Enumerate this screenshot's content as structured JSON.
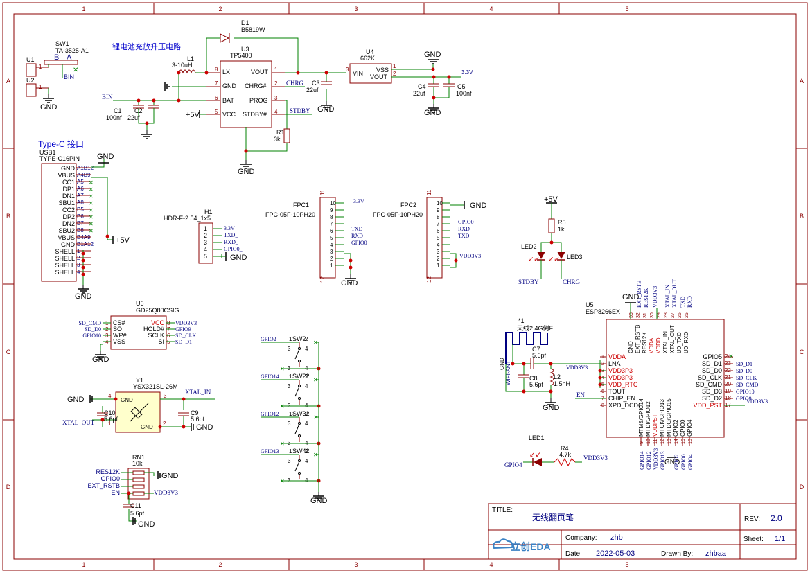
{
  "frame": {
    "columns": [
      "1",
      "2",
      "3",
      "4",
      "5"
    ],
    "rows": [
      "A",
      "B",
      "C",
      "D"
    ]
  },
  "title_block": {
    "title_label": "TITLE:",
    "title": "无线翻页笔",
    "rev_label": "REV:",
    "rev": "2.0",
    "company_label": "Company:",
    "company": "zhb",
    "sheet_label": "Sheet:",
    "sheet": "1/1",
    "date_label": "Date:",
    "date": "2022-05-03",
    "drawn_label": "Drawn By:",
    "drawn": "zhbaa",
    "logo": "立创EDA"
  },
  "sections": {
    "charge_boost": "锂电池充放升压电路",
    "typec": "Type-C 接口"
  },
  "parts": {
    "sw1": {
      "ref": "SW1",
      "value": "TA-3525-A1",
      "pins": [
        "B",
        "A"
      ],
      "net": "BIN"
    },
    "u1": {
      "ref": "U1",
      "pin": "1"
    },
    "u2": {
      "ref": "U2",
      "pin": "1"
    },
    "d1": {
      "ref": "D1",
      "value": "B5819W"
    },
    "u3": {
      "ref": "U3",
      "value": "TP5400",
      "pins_left": [
        "LX",
        "GND",
        "BAT",
        "VCC"
      ],
      "pins_left_no": [
        "8",
        "7",
        "6",
        "5"
      ],
      "pins_right": [
        "VOUT",
        "CHRG#",
        "PROG",
        "STDBY#"
      ],
      "pins_right_no": [
        "1",
        "2",
        "3",
        "4"
      ]
    },
    "l1": {
      "ref": "L1",
      "value": "3-10uH"
    },
    "c1": {
      "ref": "C1",
      "value": "100nf"
    },
    "c2": {
      "ref": "C2",
      "value": "22uf"
    },
    "c3": {
      "ref": "C3",
      "value": "22uf"
    },
    "r1": {
      "ref": "R1",
      "value": "3k"
    },
    "u4": {
      "ref": "U4",
      "value": "662K",
      "pins": [
        "VIN",
        "VSS",
        "VOUT"
      ],
      "pins_no": [
        "3",
        "1",
        "2"
      ]
    },
    "c4": {
      "ref": "C4",
      "value": "22uf"
    },
    "c5": {
      "ref": "C5",
      "value": "100nf"
    },
    "usb1": {
      "ref": "USB1",
      "value": "TYPE-C16PIN",
      "pins": [
        "GND",
        "VBUS",
        "CC1",
        "DP1",
        "DN1",
        "SBU1",
        "CC2",
        "DP2",
        "DN2",
        "SBU2",
        "VBUS",
        "GND",
        "SHELL",
        "SHELL",
        "SHELL",
        "SHELL"
      ],
      "pins_no": [
        "A1B12",
        "A4B9",
        "A5",
        "A6",
        "A7",
        "A8",
        "B5",
        "B6",
        "B7",
        "B8",
        "B4A9",
        "B1A12",
        "1",
        "2",
        "3",
        "4"
      ]
    },
    "h1": {
      "ref": "H1",
      "value": "HDR-F-2.54_1x5",
      "pins": [
        "1",
        "2",
        "3",
        "4",
        "5"
      ],
      "nets": [
        "3.3V",
        "TXD_",
        "RXD_",
        "GPIO0_",
        "GND"
      ]
    },
    "fpc1": {
      "ref": "FPC1",
      "value": "FPC-05F-10PH20",
      "nets": [
        "3.3V",
        "TXD_",
        "RXD_",
        "GPIO0_",
        "GND"
      ]
    },
    "fpc2": {
      "ref": "FPC2",
      "value": "FPC-05F-10PH20",
      "nets": [
        "GND",
        "GPIO0",
        "RXD",
        "TXD",
        "VDD3V3"
      ]
    },
    "r5": {
      "ref": "R5",
      "value": "1k",
      "net": "+5V"
    },
    "led2": {
      "ref": "LED2",
      "net": "STDBY"
    },
    "led3": {
      "ref": "LED3",
      "net": "CHRG"
    },
    "u6": {
      "ref": "U6",
      "value": "GD25Q80CSIG",
      "pins_left": [
        "CS#",
        "SO",
        "WP#",
        "VSS"
      ],
      "pins_right": [
        "VCC",
        "HOLD#",
        "SCLK",
        "SI"
      ],
      "nets_left": [
        "SD_CMD",
        "SD_D0",
        "GPIO10",
        ""
      ],
      "nets_right": [
        "VDD3V3",
        "GPIO9",
        "SD_CLK",
        "SD_D1"
      ]
    },
    "y1": {
      "ref": "Y1",
      "value": "YSX321SL-26M",
      "nets": [
        "XTAL_IN",
        "XTAL_OUT"
      ]
    },
    "c9": {
      "ref": "C9",
      "value": "5.6pf"
    },
    "c10": {
      "ref": "C10",
      "value": "5.6pf"
    },
    "rn1": {
      "ref": "RN1",
      "value": "10k",
      "nets": [
        "RES12K",
        "GPIO0",
        "EXT_RSTB",
        "EN"
      ],
      "vcc": "VDD3V3"
    },
    "c11": {
      "ref": "C11",
      "value": "5.6pf"
    },
    "sw": [
      {
        "ref": "SW2",
        "net": "GPIO2"
      },
      {
        "ref": "SW22",
        "net": "GPIO14"
      },
      {
        "ref": "SW32",
        "net": "GPIO12"
      },
      {
        "ref": "SW42",
        "net": "GPIO13"
      }
    ],
    "ant": {
      "ref": "*1",
      "value": "天线2.4G倒F",
      "label": "WIFI-ANT"
    },
    "c7": {
      "ref": "C7",
      "value": "5.6pf"
    },
    "c8": {
      "ref": "C8",
      "value": "5.6pf"
    },
    "l2": {
      "ref": "L2",
      "value": "1.5nH"
    },
    "u5": {
      "ref": "U5",
      "value": "ESP8266EX",
      "pins_left": [
        "VDDA",
        "LNA",
        "VDD3P3",
        "VDD3P3",
        "VDD_RTC",
        "TOUT",
        "CHIP_EN",
        "XPD_DCDC"
      ],
      "pins_right": [
        "GPIO5",
        "SD_D1",
        "SD_D0",
        "SD_CLK",
        "SD_CMD",
        "SD_D3",
        "SD_D2",
        "VDD_PST"
      ],
      "nets_right": [
        "SD_D1",
        "SD_D0",
        "SD_CLK",
        "SD_CMD",
        "GPIO10",
        "GPIO9",
        "VDD3V3"
      ],
      "top_pins": [
        "GND",
        "EXT_RSTB",
        "RES12K",
        "VDDA",
        "VDDD",
        "XTAL_IN",
        "XTAL_OUT",
        "U0_TXD",
        "U0_RXD"
      ],
      "top_nets": [
        "EXT_RSTB",
        "RES12K",
        "VDD3V3",
        "XTAL_IN",
        "XTAL_OUT",
        "TXD",
        "RXD"
      ],
      "bottom_pins": [
        "MTMS/GPIO14",
        "MTDI/GPIO12",
        "VDDPST",
        "MTCK/GPIO13",
        "MTDO/GPIO15",
        "GPIO2",
        "GPIO0",
        "GPIO4"
      ],
      "bottom_nets": [
        "GPIO14",
        "GPIO12",
        "VDD3V3",
        "GPIO13",
        "GND",
        "GPIO2",
        "GPIO0",
        "GPIO4"
      ],
      "left_net": "VDD3V3",
      "en_net": "EN"
    },
    "led1": {
      "ref": "LED1",
      "net": "GPIO4"
    },
    "r4": {
      "ref": "R4",
      "value": "4.7k",
      "net": "VDD3V3"
    }
  },
  "nets": {
    "gnd": "GND",
    "p5v": "+5V",
    "v33": "3.3V",
    "bin": "BIN",
    "chrg": "CHRG",
    "stdby": "STDBY"
  },
  "colors": {
    "frame": "#8b0000",
    "wire": "#008000",
    "part": "#8b0000",
    "pin_name": "#000000",
    "net_label": "#000080",
    "power": "#000000",
    "red": "#cc0000"
  }
}
